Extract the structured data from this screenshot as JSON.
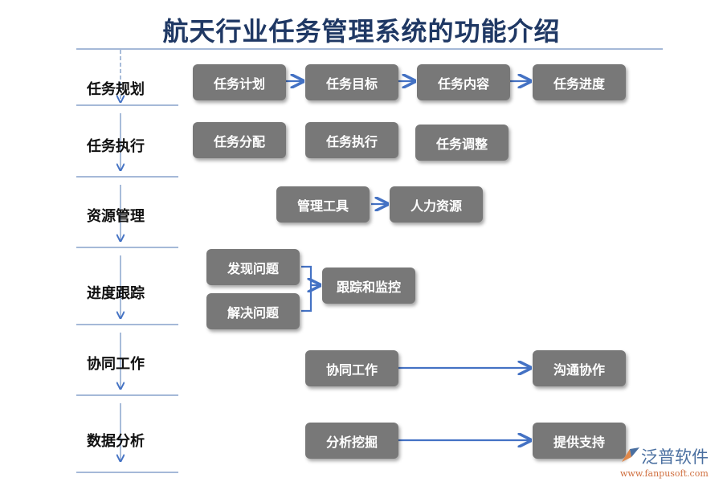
{
  "title": "航天行业任务管理系统的功能介绍",
  "rows": [
    {
      "label": "任务规划",
      "boxes": [
        "任务计划",
        "任务目标",
        "任务内容",
        "任务进度"
      ]
    },
    {
      "label": "任务执行",
      "boxes": [
        "任务分配",
        "任务执行",
        "任务调整"
      ]
    },
    {
      "label": "资源管理",
      "boxes": [
        "管理工具",
        "人力资源"
      ]
    },
    {
      "label": "进度跟踪",
      "boxes": [
        "发现问题",
        "解决问题",
        "跟踪和监控"
      ]
    },
    {
      "label": "协同工作",
      "boxes": [
        "协同工作",
        "沟通协作"
      ]
    },
    {
      "label": "数据分析",
      "boxes": [
        "分析挖掘",
        "提供支持"
      ]
    }
  ],
  "colors": {
    "title": "#1f3864",
    "box": "#787878",
    "line": "#4472c4"
  },
  "logo": {
    "name": "泛普软件",
    "url": "www.fanpusoft.com"
  }
}
